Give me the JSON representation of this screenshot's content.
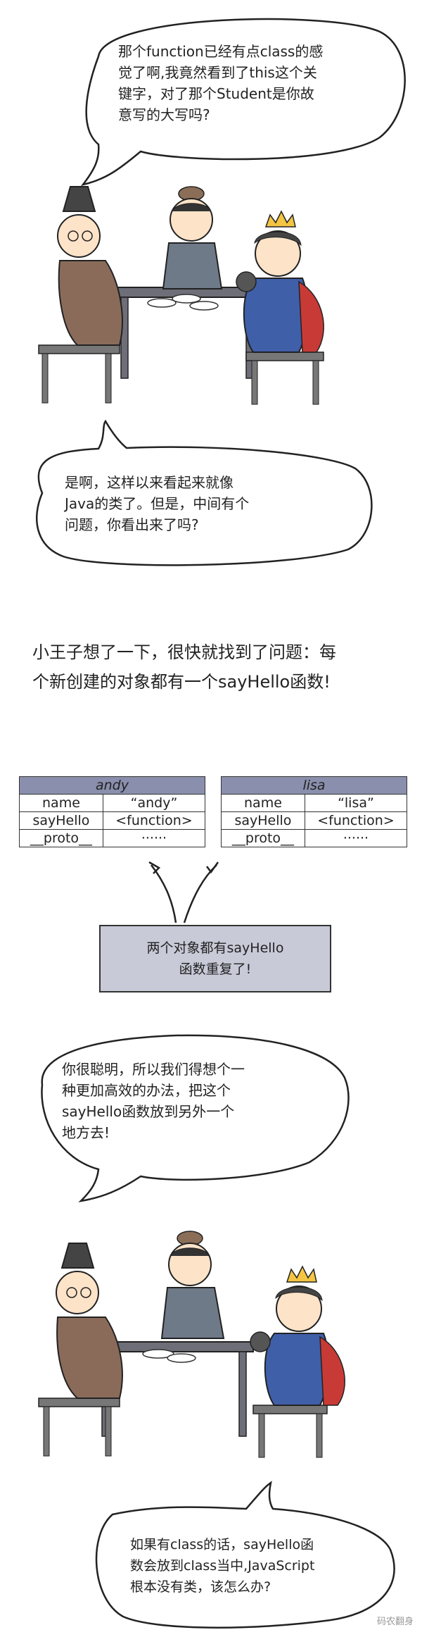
{
  "bubbles": {
    "b1": "那个function已经有点class的感\n觉了啊,我竟然看到了this这个关\n键字，对了那个Student是你故\n意写的大写吗?",
    "b2": "是啊，这样以来看起来就像\nJava的类了。但是，中间有个\n问题，你看出来了吗?",
    "b3": "你很聪明，所以我们得想个一\n种更加高效的办法，把这个\nsayHello函数放到另外一个\n地方去!",
    "b4": "如果有class的话，sayHello函\n数会放到class当中,JavaScript\n根本没有类，该怎么办?"
  },
  "caption": "小王子想了一下，很快就找到了问题：每\n个新创建的对象都有一个sayHello函数!",
  "objects": [
    {
      "title": "andy",
      "rows": [
        [
          "name",
          "“andy”"
        ],
        [
          "sayHello",
          "<function>"
        ],
        [
          "__proto__",
          "······"
        ]
      ]
    },
    {
      "title": "lisa",
      "rows": [
        [
          "name",
          "“lisa”"
        ],
        [
          "sayHello",
          "<function>"
        ],
        [
          "__proto__",
          "······"
        ]
      ]
    }
  ],
  "note": "两个对象都有sayHello\n函数重复了!",
  "watermark": "码农翻身"
}
